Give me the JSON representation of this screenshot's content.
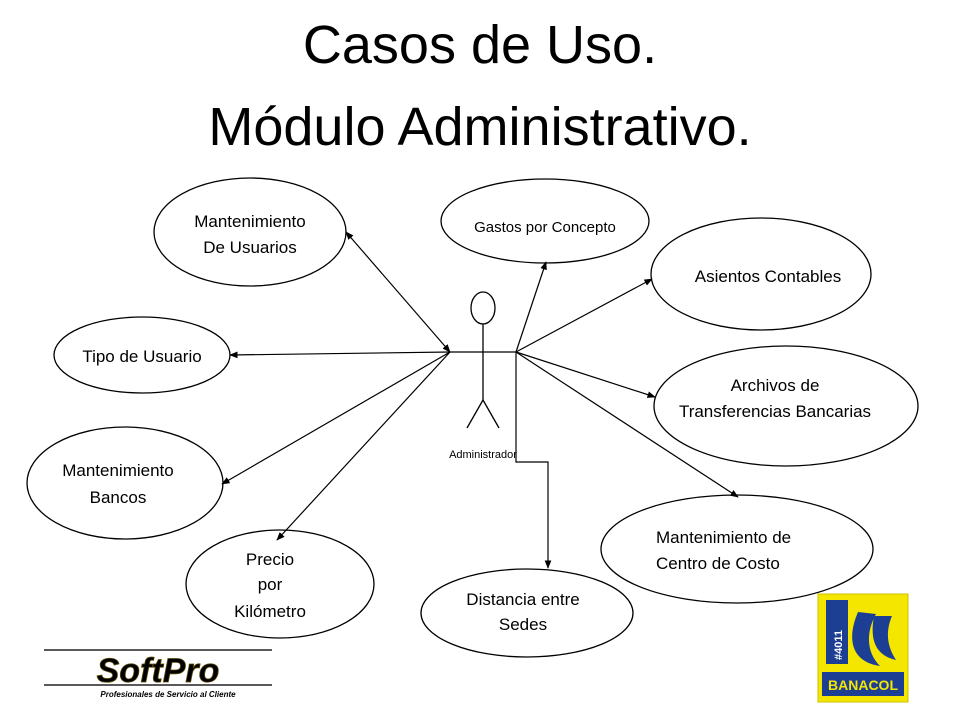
{
  "slide": {
    "title_line1": "Casos de Uso.",
    "title_line2": "Módulo Administrativo."
  },
  "actor": {
    "label": "Administrador"
  },
  "use_cases": {
    "mantenimiento_usuarios": [
      "Mantenimiento",
      "De Usuarios"
    ],
    "gastos_concepto": [
      "Gastos por Concepto"
    ],
    "asientos_contables": [
      "Asientos Contables"
    ],
    "tipo_usuario": [
      "Tipo de Usuario"
    ],
    "archivos_transferencias": [
      "Archivos de",
      "Transferencias Bancarias"
    ],
    "mantenimiento_bancos": [
      "Mantenimiento",
      "Bancos"
    ],
    "mantenimiento_centro_costo": [
      "Mantenimiento de",
      "Centro de Costo"
    ],
    "precio_kilometro": [
      "Precio",
      "por",
      "Kilómetro"
    ],
    "distancia_sedes": [
      "Distancia entre",
      "Sedes"
    ]
  },
  "logos": {
    "softpro": {
      "name": "SoftPro",
      "tagline": "Profesionales de Servicio al Cliente",
      "color": "#f2c300"
    },
    "banacol": {
      "name": "BANACOL",
      "code": "#4011",
      "bg": "#f5e600",
      "blue": "#1c3f94"
    }
  }
}
